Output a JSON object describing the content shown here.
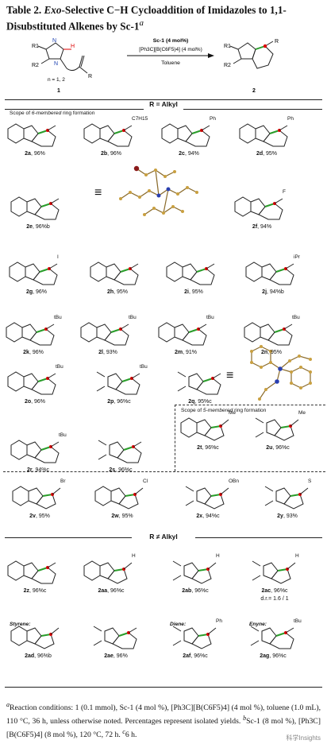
{
  "title": {
    "table_label": "Table 2.",
    "exo": "Exo",
    "text": "-Selective C−H Cycloaddition of Imidazoles to 1,1-Disubstituted Alkenes by Sc-1",
    "sup": "a"
  },
  "scheme": {
    "catalyst": "Sc-1 (4 mol%)",
    "cocatalyst": "[Ph3C][B(C6F5)4] (4 mol%)",
    "solvent": "Toluene",
    "sm_n": "n = 1, 2",
    "sm_label": "1",
    "product_label": "2"
  },
  "sections": {
    "r_alkyl": "R = Alkyl",
    "scope6_italic": "6-membered",
    "scope6_prefix": "Scope of ",
    "scope6_suffix": " ring formation",
    "scope5_italic": "5-membered",
    "r_not_alkyl": "R ≠ Alkyl",
    "styrene": "Styrene:",
    "diene": "Diene:",
    "enyne": "Enyne:"
  },
  "equiv_symbol": "≡",
  "compounds": [
    {
      "id": "2a",
      "yield": "96%"
    },
    {
      "id": "2b",
      "yield": "96%"
    },
    {
      "id": "2c",
      "yield": "94%"
    },
    {
      "id": "2d",
      "yield": "95%"
    },
    {
      "id": "2e",
      "yield": "96%b"
    },
    {
      "id": "2f",
      "yield": "94%"
    },
    {
      "id": "2g",
      "yield": "96%"
    },
    {
      "id": "2h",
      "yield": "95%"
    },
    {
      "id": "2i",
      "yield": "95%"
    },
    {
      "id": "2j",
      "yield": "94%b"
    },
    {
      "id": "2k",
      "yield": "96%"
    },
    {
      "id": "2l",
      "yield": "93%"
    },
    {
      "id": "2m",
      "yield": "91%"
    },
    {
      "id": "2n",
      "yield": "95%"
    },
    {
      "id": "2o",
      "yield": "96%"
    },
    {
      "id": "2p",
      "yield": "96%c"
    },
    {
      "id": "2q",
      "yield": "95%c"
    },
    {
      "id": "2r",
      "yield": "94%c"
    },
    {
      "id": "2s",
      "yield": "96%c"
    },
    {
      "id": "2t",
      "yield": "96%c"
    },
    {
      "id": "2u",
      "yield": "96%c"
    },
    {
      "id": "2v",
      "yield": "95%"
    },
    {
      "id": "2w",
      "yield": "95%"
    },
    {
      "id": "2x",
      "yield": "94%c"
    },
    {
      "id": "2y",
      "yield": "93%"
    },
    {
      "id": "2z",
      "yield": "96%c"
    },
    {
      "id": "2aa",
      "yield": "96%c"
    },
    {
      "id": "2ab",
      "yield": "96%c"
    },
    {
      "id": "2ac",
      "yield": "96%c"
    },
    {
      "id": "2ad",
      "yield": "96%b"
    },
    {
      "id": "2ae",
      "yield": "96%"
    },
    {
      "id": "2af",
      "yield": "96%c"
    },
    {
      "id": "2ag",
      "yield": "96%c"
    }
  ],
  "dr_2ac": "d.r.= 1.6 / 1",
  "substituents": {
    "c7h15": "C7H15",
    "ph": "Ph",
    "br": "Br",
    "f": "F",
    "i": "I",
    "tbu": "tBu",
    "ipr": "iPr",
    "me": "Me",
    "cl": "Cl",
    "obn": "OBn",
    "s": "S",
    "h": "H",
    "r1": "R1",
    "r2": "R2",
    "r": "R",
    "n": "N"
  },
  "footnote": {
    "a": "Reaction conditions: 1 (0.1 mmol), Sc-1 (4 mol %), [Ph3C][B(C6F5)4] (4 mol %), toluene (1.0 mL), 110 °C, 36 h, unless otherwise noted. Percentages represent isolated yields.",
    "b": "Sc-1 (8 mol %), [Ph3C][B(C6F5)4] (8 mol %), 120 °C, 72 h.",
    "c": "6 h."
  },
  "watermark": "科学Insights"
}
